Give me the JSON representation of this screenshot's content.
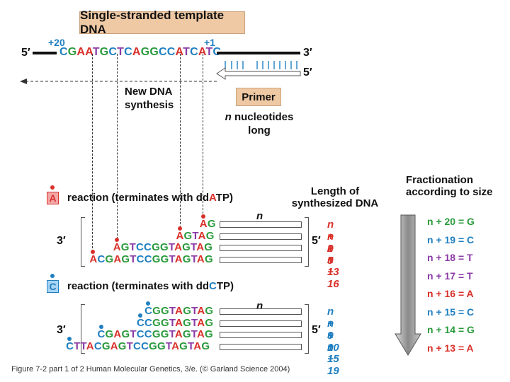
{
  "title": "Single-stranded template DNA",
  "template": {
    "end5": "5′",
    "end3": "3′",
    "pos_left": "+20",
    "pos_right": "+1",
    "sequence": [
      [
        "C",
        "blue"
      ],
      [
        "G",
        "green"
      ],
      [
        "A",
        "red"
      ],
      [
        "A",
        "red"
      ],
      [
        "T",
        "purple"
      ],
      [
        "G",
        "green"
      ],
      [
        "C",
        "blue"
      ],
      [
        "T",
        "purple"
      ],
      [
        "C",
        "blue"
      ],
      [
        "A",
        "red"
      ],
      [
        "G",
        "green"
      ],
      [
        "G",
        "green"
      ],
      [
        "C",
        "blue"
      ],
      [
        "C",
        "blue"
      ],
      [
        "A",
        "red"
      ],
      [
        "T",
        "purple"
      ],
      [
        "C",
        "blue"
      ],
      [
        "A",
        "red"
      ],
      [
        "T",
        "purple"
      ],
      [
        "C",
        "blue"
      ]
    ]
  },
  "primer": {
    "label": "Primer",
    "end5": "5′",
    "n_label": "n",
    "nucleotides_label": "nucleotides",
    "long_label": "long"
  },
  "synthesis_label": [
    "New DNA",
    "synthesis"
  ],
  "fractionation": {
    "title": [
      "Fractionation",
      "according to size"
    ],
    "rows": [
      {
        "text": "n + 20 = G",
        "color": "#2a9a3c"
      },
      {
        "text": "n + 19 = C",
        "color": "#1f7fc1"
      },
      {
        "text": "n + 18 = T",
        "color": "#8a3aa5"
      },
      {
        "text": "n + 17 = T",
        "color": "#8a3aa5"
      },
      {
        "text": "n + 16 = A",
        "color": "#d9302a"
      },
      {
        "text": "n + 15 = C",
        "color": "#1f7fc1"
      },
      {
        "text": "n + 14 = G",
        "color": "#2a9a3c"
      },
      {
        "text": "n + 13 = A",
        "color": "#d9302a"
      }
    ]
  },
  "length_label": [
    "Length of",
    "synthesized DNA"
  ],
  "a_reaction": {
    "tag": "A",
    "label": "reaction (terminates with dd",
    "nucleotide": "A",
    "suffix": "TP)",
    "end3": "3′",
    "end5": "5′",
    "n_label": "n",
    "lengths": [
      "n + 2",
      "n + 5",
      "n + 13",
      "n + 16"
    ],
    "fragments": [
      [
        [
          "A",
          "red"
        ],
        [
          "G",
          "green"
        ]
      ],
      [
        [
          "A",
          "red"
        ],
        [
          "G",
          "green"
        ],
        [
          "T",
          "purple"
        ],
        [
          "A",
          "red"
        ],
        [
          "G",
          "green"
        ]
      ],
      [
        [
          "A",
          "red"
        ],
        [
          "G",
          "green"
        ],
        [
          "T",
          "purple"
        ],
        [
          "C",
          "blue"
        ],
        [
          "C",
          "blue"
        ],
        [
          "G",
          "green"
        ],
        [
          "G",
          "green"
        ],
        [
          "T",
          "purple"
        ],
        [
          "A",
          "red"
        ],
        [
          "G",
          "green"
        ],
        [
          "T",
          "purple"
        ],
        [
          "A",
          "red"
        ],
        [
          "G",
          "green"
        ]
      ],
      [
        [
          "A",
          "red"
        ],
        [
          "C",
          "blue"
        ],
        [
          "G",
          "green"
        ],
        [
          "A",
          "red"
        ],
        [
          "G",
          "green"
        ],
        [
          "T",
          "purple"
        ],
        [
          "C",
          "blue"
        ],
        [
          "C",
          "blue"
        ],
        [
          "G",
          "green"
        ],
        [
          "G",
          "green"
        ],
        [
          "T",
          "purple"
        ],
        [
          "A",
          "red"
        ],
        [
          "G",
          "green"
        ],
        [
          "T",
          "purple"
        ],
        [
          "A",
          "red"
        ],
        [
          "G",
          "green"
        ]
      ]
    ]
  },
  "c_reaction": {
    "tag": "C",
    "label": "reaction (terminates with dd",
    "nucleotide": "C",
    "suffix": "TP)",
    "end3": "3′",
    "end5": "5′",
    "n_label": "n",
    "lengths": [
      "n + 9",
      "n + 10",
      "n + 15",
      "n + 19"
    ],
    "fragments": [
      [
        [
          "C",
          "blue"
        ],
        [
          "G",
          "green"
        ],
        [
          "G",
          "green"
        ],
        [
          "T",
          "purple"
        ],
        [
          "A",
          "red"
        ],
        [
          "G",
          "green"
        ],
        [
          "T",
          "purple"
        ],
        [
          "A",
          "red"
        ],
        [
          "G",
          "green"
        ]
      ],
      [
        [
          "C",
          "blue"
        ],
        [
          "C",
          "blue"
        ],
        [
          "G",
          "green"
        ],
        [
          "G",
          "green"
        ],
        [
          "T",
          "purple"
        ],
        [
          "A",
          "red"
        ],
        [
          "G",
          "green"
        ],
        [
          "T",
          "purple"
        ],
        [
          "A",
          "red"
        ],
        [
          "G",
          "green"
        ]
      ],
      [
        [
          "C",
          "blue"
        ],
        [
          "G",
          "green"
        ],
        [
          "A",
          "red"
        ],
        [
          "G",
          "green"
        ],
        [
          "T",
          "purple"
        ],
        [
          "C",
          "blue"
        ],
        [
          "C",
          "blue"
        ],
        [
          "G",
          "green"
        ],
        [
          "G",
          "green"
        ],
        [
          "T",
          "purple"
        ],
        [
          "A",
          "red"
        ],
        [
          "G",
          "green"
        ],
        [
          "T",
          "purple"
        ],
        [
          "A",
          "red"
        ],
        [
          "G",
          "green"
        ]
      ],
      [
        [
          "C",
          "blue"
        ],
        [
          "T",
          "purple"
        ],
        [
          "T",
          "purple"
        ],
        [
          "A",
          "red"
        ],
        [
          "C",
          "blue"
        ],
        [
          "G",
          "green"
        ],
        [
          "A",
          "red"
        ],
        [
          "G",
          "green"
        ],
        [
          "T",
          "purple"
        ],
        [
          "C",
          "blue"
        ],
        [
          "C",
          "blue"
        ],
        [
          "G",
          "green"
        ],
        [
          "G",
          "green"
        ],
        [
          "T",
          "purple"
        ],
        [
          "A",
          "red"
        ],
        [
          "G",
          "green"
        ],
        [
          "T",
          "purple"
        ],
        [
          "A",
          "red"
        ],
        [
          "G",
          "green"
        ]
      ]
    ]
  },
  "caption": "Figure 7-2  part 1 of 2  Human Molecular Genetics, 3/e.  (© Garland Science 2004)"
}
